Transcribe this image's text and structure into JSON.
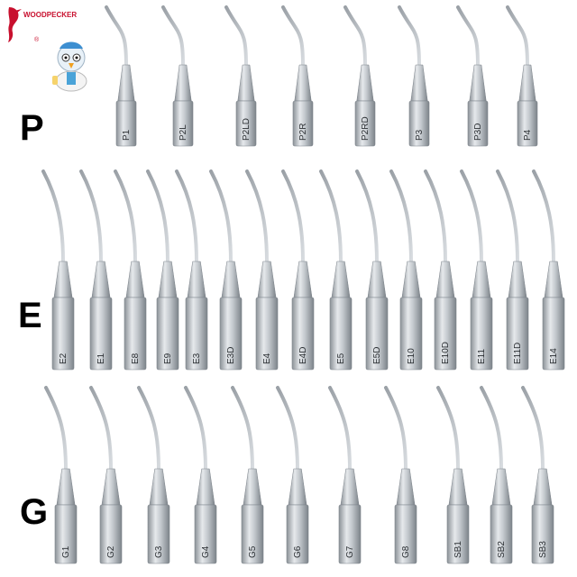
{
  "brand": {
    "name": "WOODPECKER",
    "registered": "®"
  },
  "rows": [
    {
      "letter": "P",
      "tips": [
        "P1",
        "P2L",
        "P2LD",
        "P2R",
        "P2RD",
        "P3",
        "P3D",
        "P4"
      ]
    },
    {
      "letter": "E",
      "tips": [
        "E2",
        "E1",
        "E8",
        "E9",
        "E3",
        "E3D",
        "E4",
        "E4D",
        "E5",
        "E5D",
        "E10",
        "E10D",
        "E11",
        "E11D",
        "E14"
      ]
    },
    {
      "letter": "G",
      "tips": [
        "G1",
        "G2",
        "G3",
        "G4",
        "G5",
        "G6",
        "G7",
        "G8",
        "SB1",
        "SB2",
        "SB3"
      ]
    }
  ],
  "colors": {
    "brand_red": "#c8102e",
    "metal": "#b9bec4",
    "metal_dark": "#7d848b",
    "label_text": "#2b2f33"
  }
}
